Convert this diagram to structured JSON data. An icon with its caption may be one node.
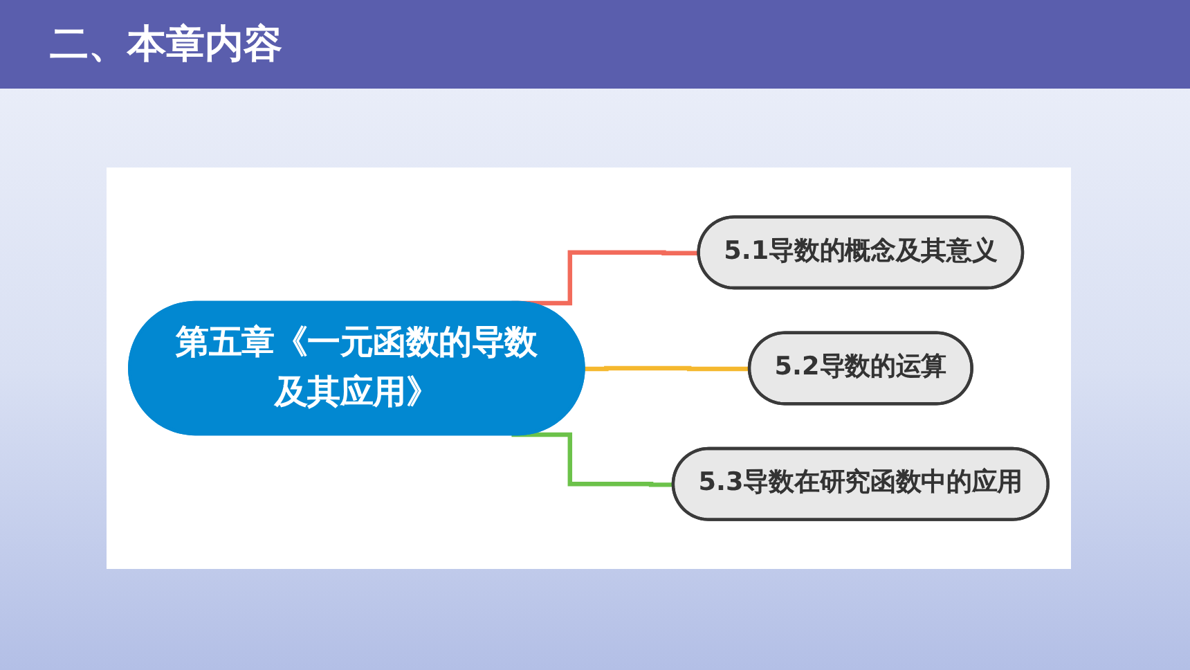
{
  "diagram": {
    "title": "二、本章内容",
    "nodes": [
      {
        "text": [
          "第五章《一元函数的导数及其应用》"
        ]
      },
      {
        "text": [
          "5.1导数的概念及其意义"
        ]
      },
      {
        "text": [
          "5.2导数的运算"
        ]
      },
      {
        "text": [
          "5.3导数在研究函数中的应用"
        ]
      }
    ],
    "edges": [
      {
        "from": 0,
        "to": 1,
        "arrow": "none",
        "color": "#f26b5b"
      },
      {
        "from": 0,
        "to": 2,
        "arrow": "none",
        "color": "#f5b82e"
      },
      {
        "from": 0,
        "to": 3,
        "arrow": "none",
        "color": "#6cc24a"
      }
    ]
  }
}
